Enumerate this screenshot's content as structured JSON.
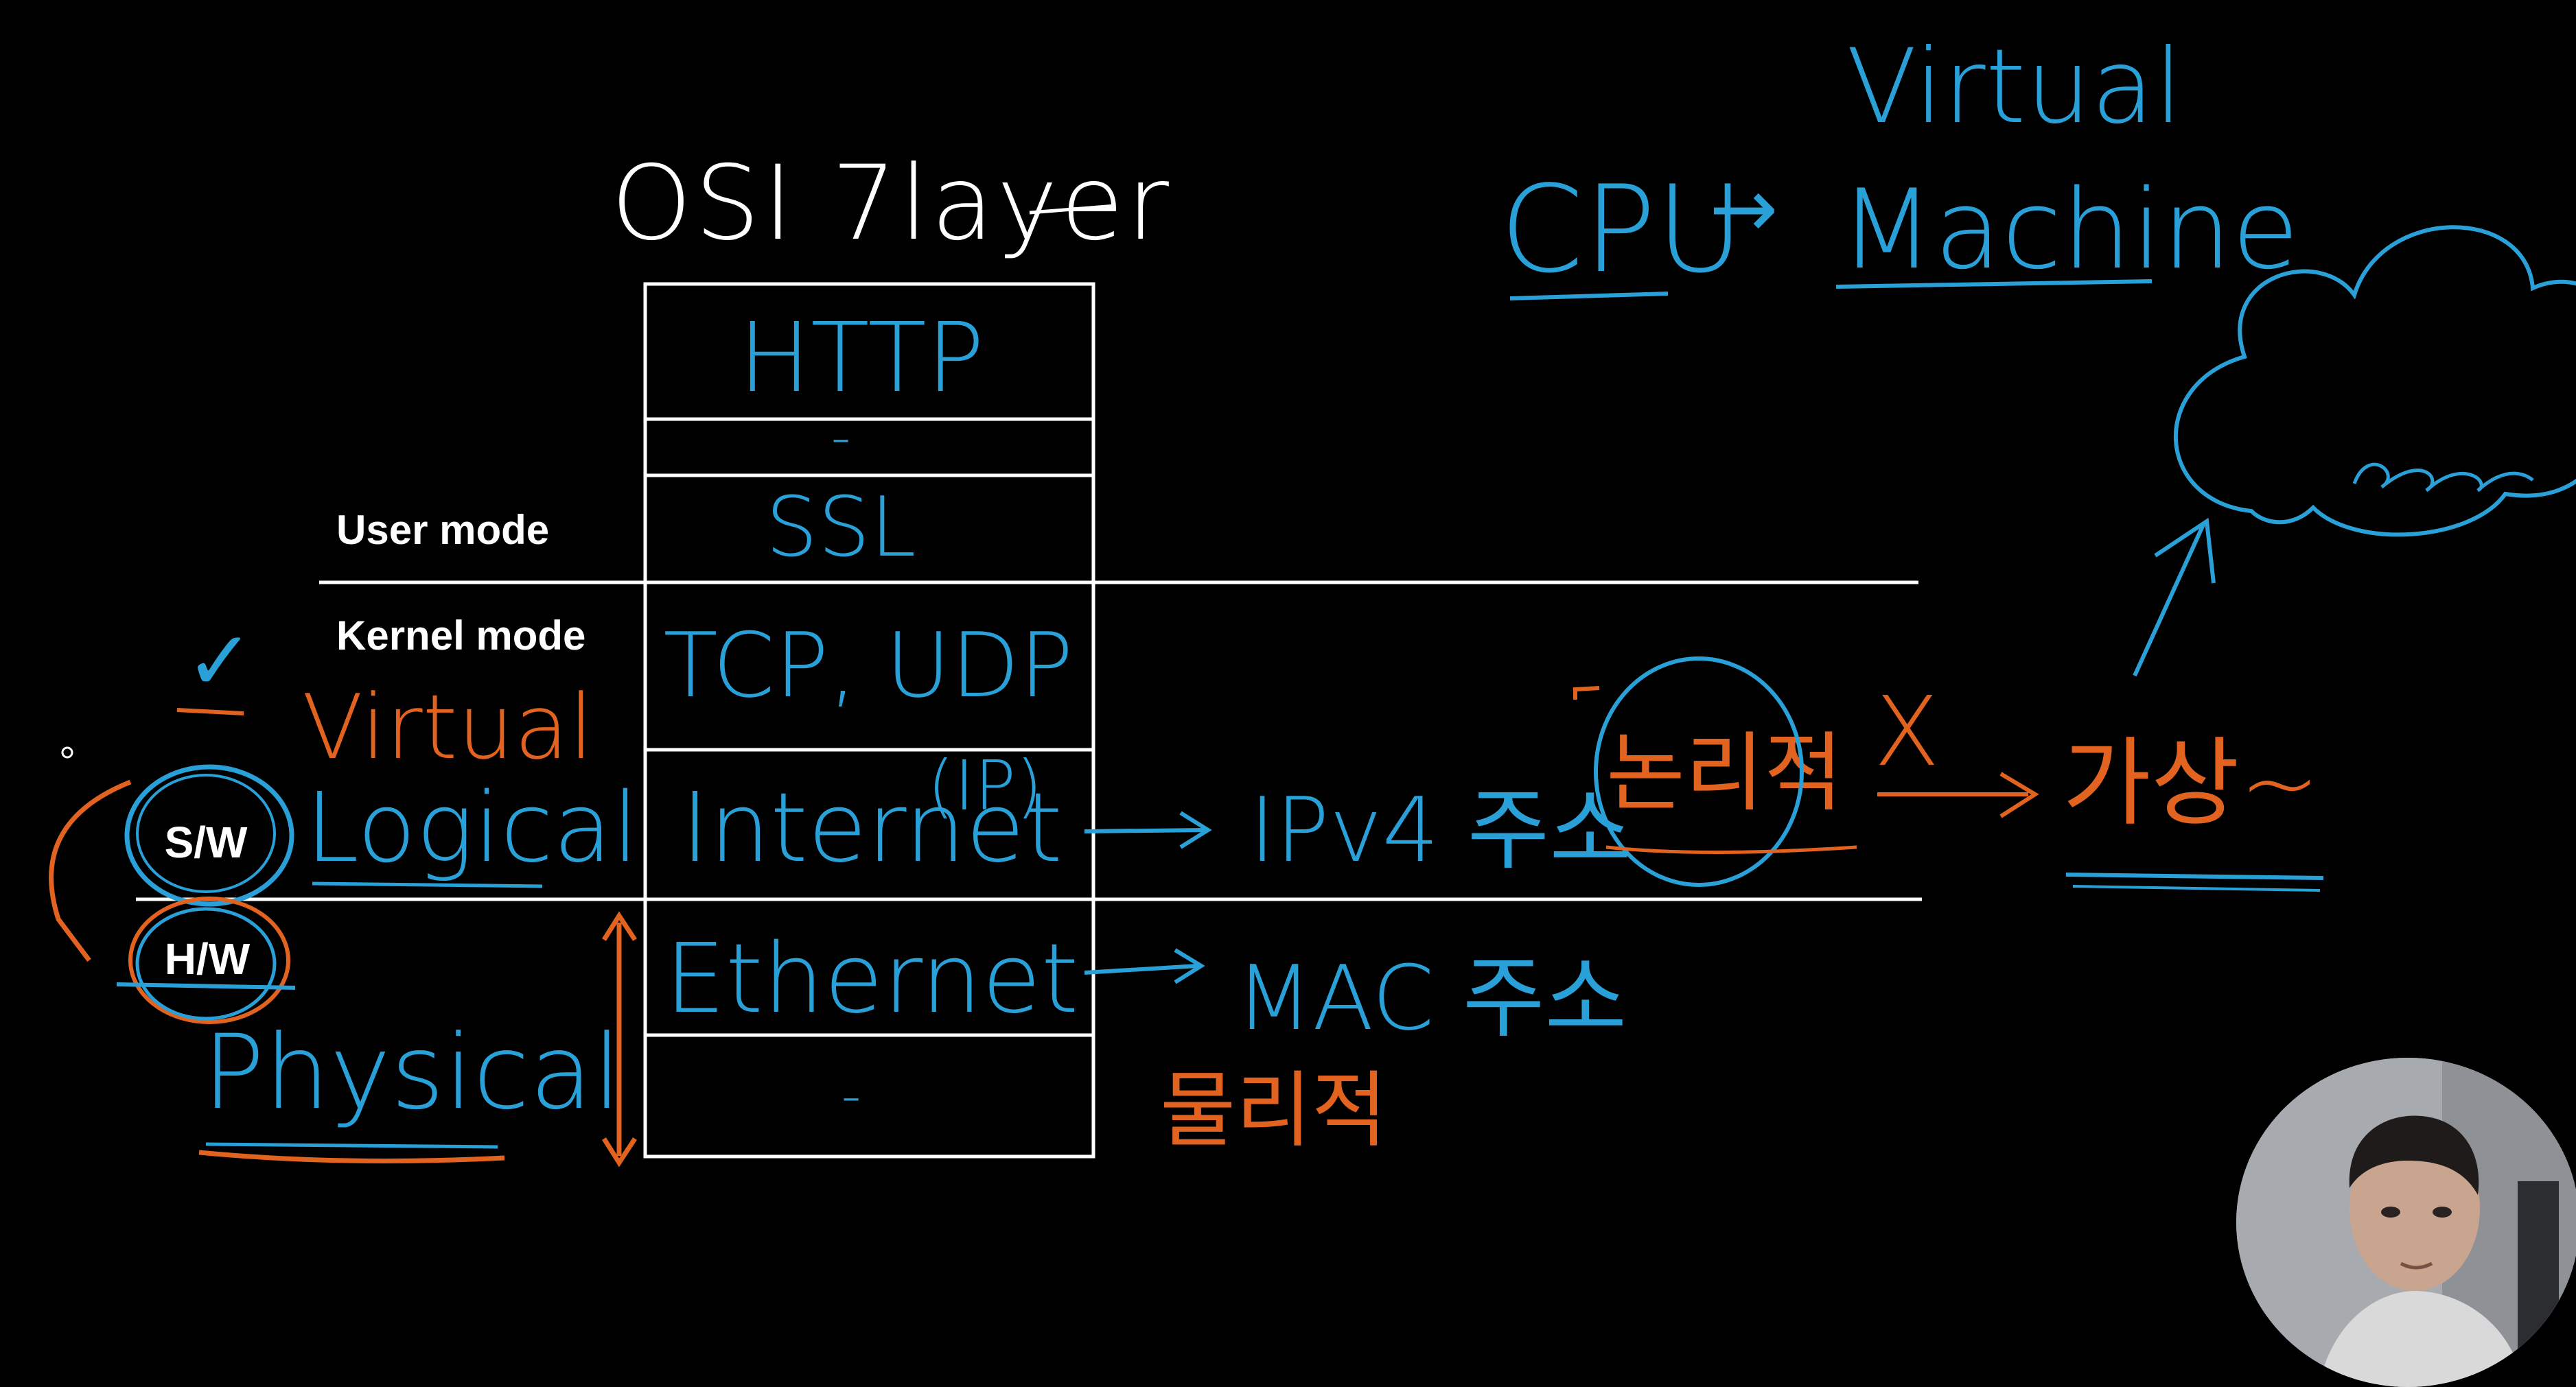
{
  "colors": {
    "background": "#000000",
    "ink_white": "#ffffff",
    "ink_blue": "#2aa0d8",
    "ink_orange": "#e2621f"
  },
  "title": "OSI 7layer",
  "stack": [
    {
      "key": "http",
      "label": "HTTP"
    },
    {
      "key": "blank1",
      "label": "-"
    },
    {
      "key": "ssl",
      "label": "SSL"
    },
    {
      "key": "tcp",
      "label": "TCP, UDP"
    },
    {
      "key": "internet",
      "label": "Internet",
      "note": "(IP)"
    },
    {
      "key": "ethernet",
      "label": "Ethernet"
    },
    {
      "key": "blank2",
      "label": "-"
    }
  ],
  "mode_labels": {
    "user": "User mode",
    "kernel": "Kernel mode"
  },
  "left_notes": {
    "check": "✓",
    "virtual": "Virtual",
    "logical": "Logical",
    "physical": "Physical",
    "sw_badge": "S/W",
    "hw_badge": "H/W"
  },
  "right_notes": {
    "ipv4": "IPv4 주소",
    "mac": "MAC 주소",
    "logical_kr": "논리적",
    "physical_kr": "물리적",
    "x_mark": "X",
    "virtual_kr": "가상~",
    "cpu": "CPU",
    "arrow": "→",
    "vm_top": "Virtual",
    "vm_bottom": "Machine"
  },
  "webcam": {
    "icon": "presenter-webcam"
  }
}
